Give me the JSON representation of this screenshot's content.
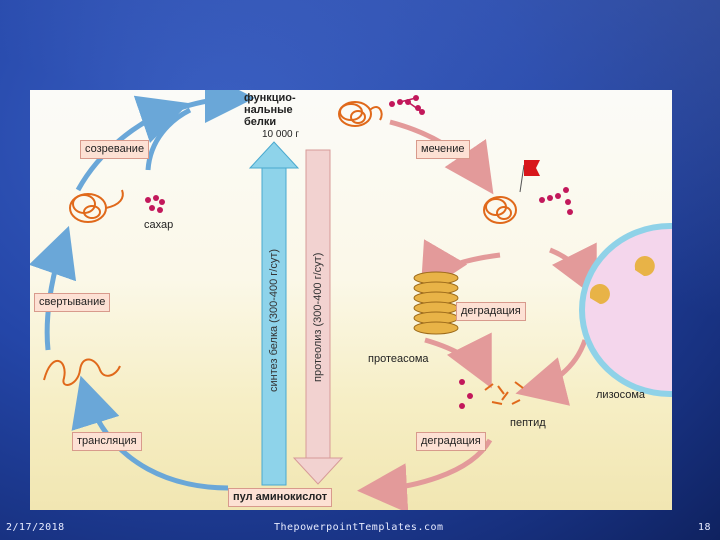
{
  "diagram": {
    "title_block": [
      "функцио-",
      "нальные",
      "белки"
    ],
    "amount": "10 000 г",
    "labels": {
      "maturation": "созревание",
      "sugar": "сахар",
      "folding": "свертывание",
      "translation": "трансляция",
      "amino_pool": "пул аминокислот",
      "labeling": "мечение",
      "degradation_top": "деградация",
      "proteasome": "протеасома",
      "peptide": "пептид",
      "lysosome": "лизосома",
      "degradation_bottom": "деградация"
    },
    "synthesis_arrow": "синтез белка (300-400 г/сут)",
    "proteolysis_arrow": "протеолиз (300-400 г/сут)"
  },
  "footer": {
    "date": "2/17/2018",
    "site": "ThepowerpointTemplates.com",
    "page": "18"
  },
  "colors": {
    "cycle_arrow": "#6aa7d8",
    "degradation_arrow": "#e39a9a",
    "synthesis_arrow": "#8ed3ea",
    "proteolysis_arrow": "#f2d2d0",
    "protein_coil": "#e0691b",
    "label_box": "#fde1d4",
    "lysosome": "#f4d6ec",
    "lysosome_membrane": "#8fd2e8",
    "proteasome": "#e8b347",
    "sugar_dots": "#c2185b",
    "flag": "#d8161b"
  }
}
